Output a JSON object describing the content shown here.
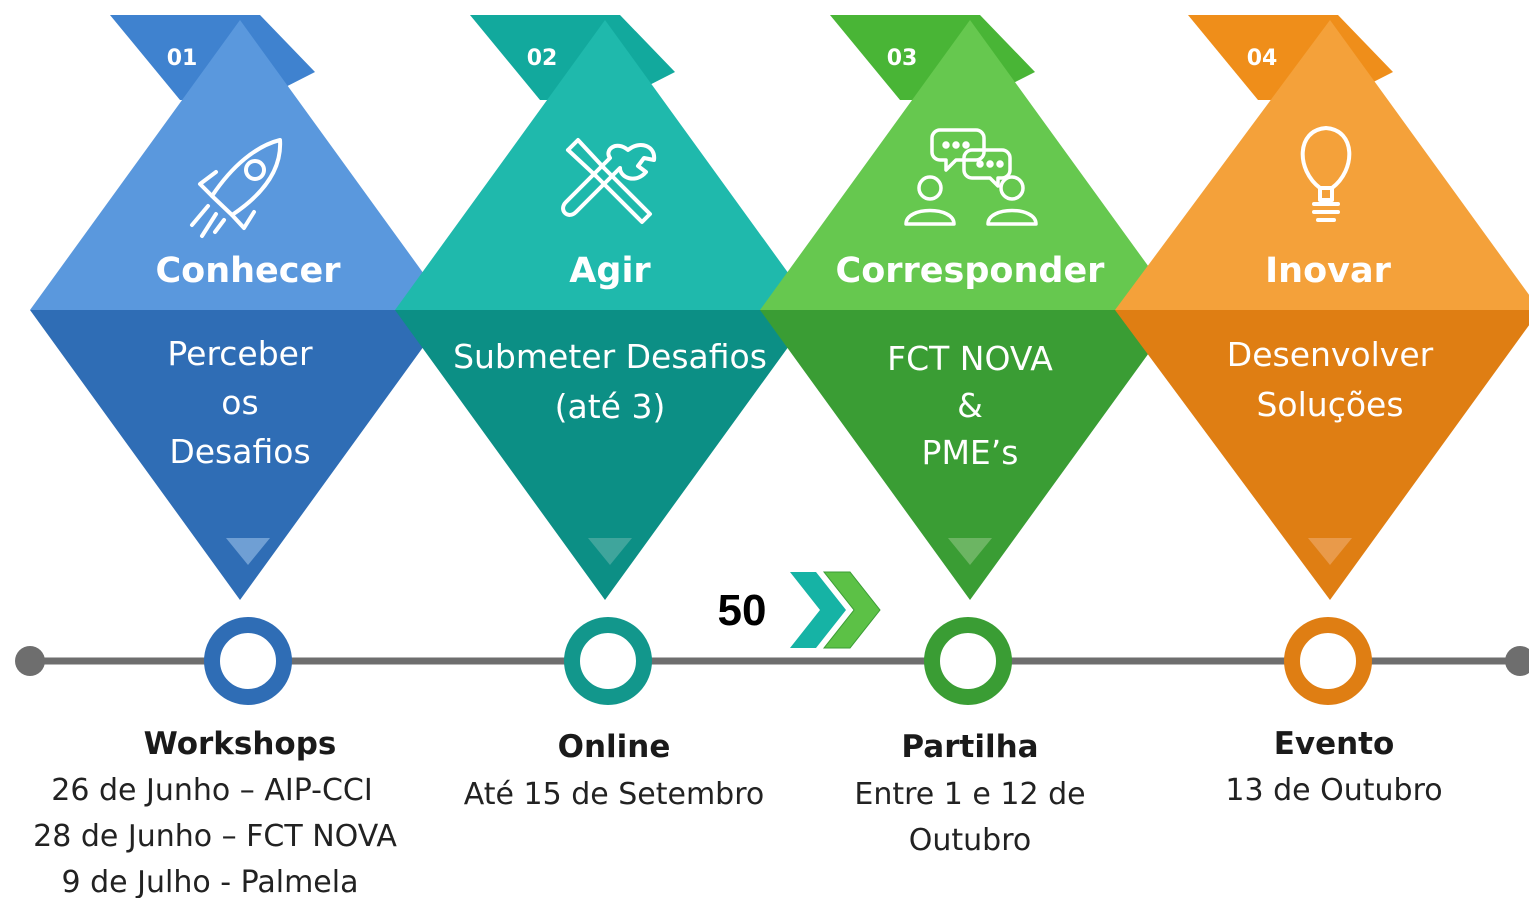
{
  "colors": {
    "blue": "#4f8fd6",
    "blue_dark": "#2f6db5",
    "teal": "#17b3a7",
    "teal_dark": "#0c8f85",
    "green": "#5cc146",
    "green_dark": "#3a9d34",
    "orange": "#f39a2c",
    "orange_dark": "#df7e13",
    "timeline": "#6e6e6e"
  },
  "steps": [
    {
      "num": "01",
      "title": "Conhecer",
      "desc": [
        "Perceber",
        "os",
        "Desafios"
      ],
      "icon": "rocket-icon",
      "below_title": "Workshops",
      "below_lines": [
        "26 de Junho – AIP-CCI",
        "28 de Junho – FCT NOVA",
        "9  de Julho - Palmela"
      ]
    },
    {
      "num": "02",
      "title": "Agir",
      "desc": [
        "Submeter Desafios",
        "(até 3)"
      ],
      "icon": "tools-icon",
      "below_title": "Online",
      "below_lines": [
        "Até 15 de Setembro"
      ]
    },
    {
      "num": "03",
      "title": "Corresponder",
      "desc": [
        "FCT NOVA",
        "&",
        "PME’s"
      ],
      "icon": "chat-people-icon",
      "below_title": "Partilha",
      "below_lines": [
        "Entre 1 e 12 de",
        "Outubro"
      ]
    },
    {
      "num": "04",
      "title": "Inovar",
      "desc": [
        "Desenvolver",
        "Soluções"
      ],
      "icon": "lightbulb-icon",
      "below_title": "Evento",
      "below_lines": [
        "13 de Outubro"
      ]
    }
  ],
  "counter": {
    "value": "50"
  }
}
